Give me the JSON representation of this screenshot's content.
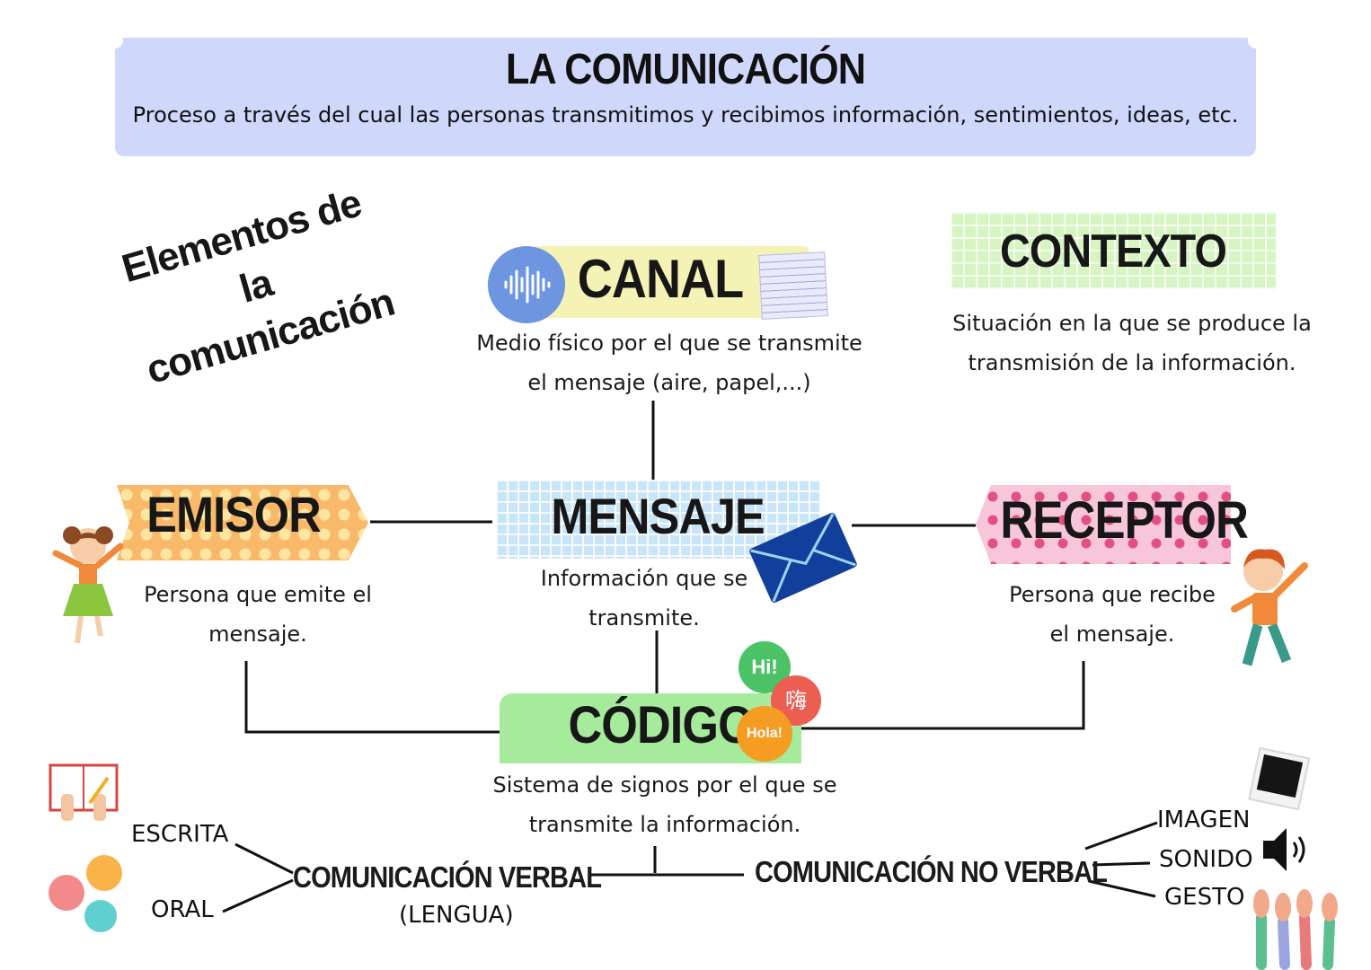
{
  "header": {
    "title": "LA COMUNICACIÓN",
    "subtitle": "Proceso a través del cual las personas transmitimos y recibimos información, sentimientos, ideas, etc."
  },
  "side_title": {
    "line1": "Elementos de",
    "line2": "la",
    "line3": "comunicación"
  },
  "elements": {
    "canal": {
      "label": "CANAL",
      "desc1": "Medio físico por el que se transmite",
      "desc2": "el mensaje (aire, papel,...)"
    },
    "contexto": {
      "label": "CONTEXTO",
      "desc1": "Situación en la que se produce la",
      "desc2": "transmisión de la información."
    },
    "emisor": {
      "label": "EMISOR",
      "desc1": "Persona que emite el",
      "desc2": "mensaje."
    },
    "mensaje": {
      "label": "MENSAJE",
      "desc1": "Información que se",
      "desc2": "transmite."
    },
    "receptor": {
      "label": "RECEPTOR",
      "desc1": "Persona que recibe",
      "desc2": "el mensaje."
    },
    "codigo": {
      "label": "CÓDIGO",
      "desc1": "Sistema de signos por el que se",
      "desc2": "transmite la información."
    }
  },
  "bubbles": {
    "hi": "Hi!",
    "hai": "嗨",
    "hola": "Hola!"
  },
  "verbal": {
    "label": "COMUNICACIÓN VERBAL",
    "sub": "(LENGUA)",
    "types": [
      "ESCRITA",
      "ORAL"
    ]
  },
  "no_verbal": {
    "label": "COMUNICACIÓN NO VERBAL",
    "types": [
      "IMAGEN",
      "SONIDO",
      "GESTO"
    ]
  },
  "colors": {
    "header_bg": "#cfd7fb",
    "canal_tape": "#f5f2b5",
    "contexto_tape": "#d6f5c2",
    "emisor_tape": "#f8b96a",
    "mensaje_tape": "#c9e6f8",
    "receptor_tape": "#f7c6d8",
    "codigo_tape": "#a6eb9c",
    "envelope": "#123f9b"
  }
}
